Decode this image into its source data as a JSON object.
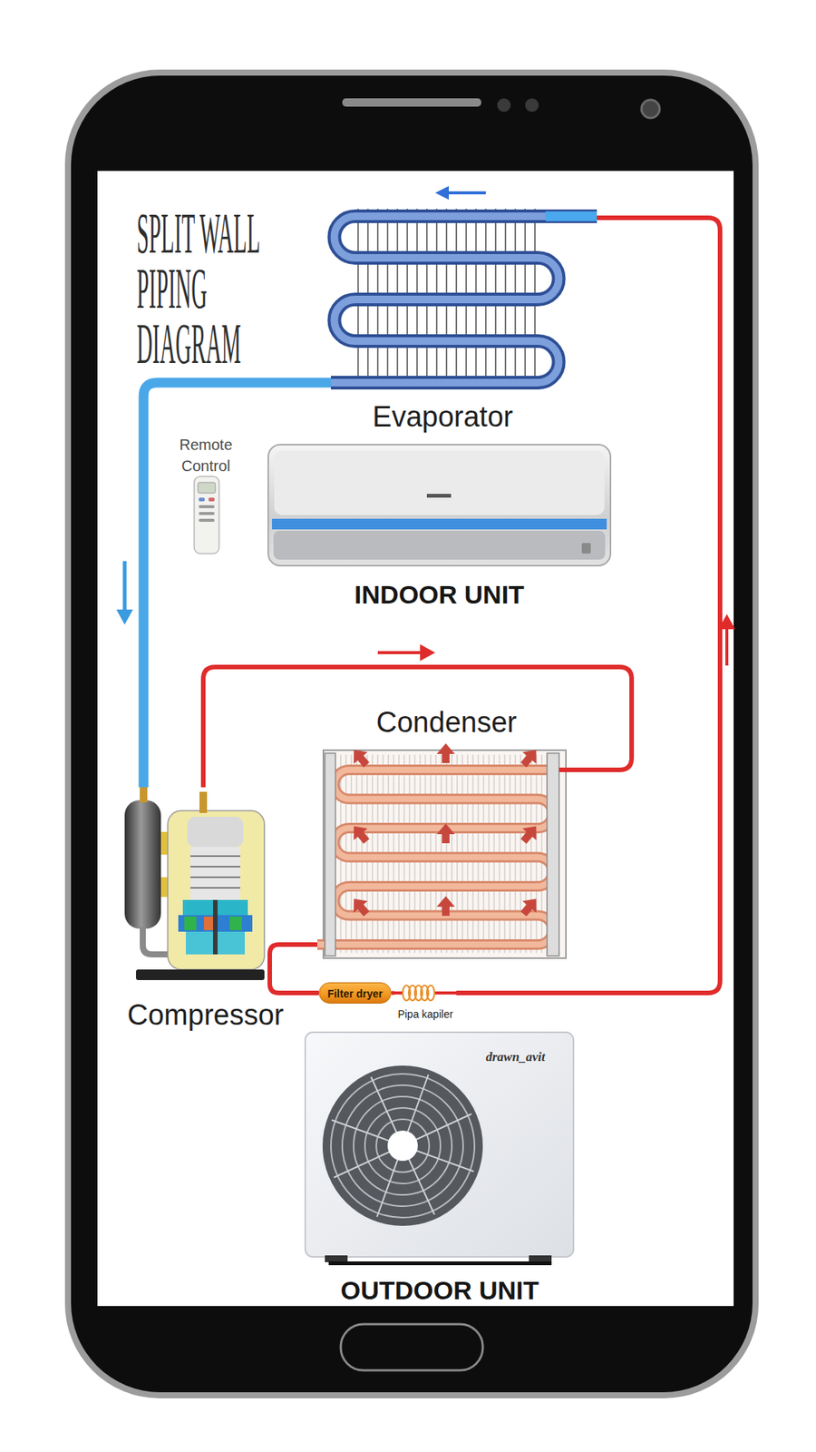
{
  "diagram": {
    "title": "SPLIT WALL PIPING DIAGRAM",
    "nodes": [
      {
        "text": [
          "Evaporator"
        ]
      },
      {
        "text": [
          "Remote Control"
        ]
      },
      {
        "text": [
          "INDOOR UNIT"
        ]
      },
      {
        "text": [
          "Condenser"
        ]
      },
      {
        "text": [
          "Compressor"
        ]
      },
      {
        "text": [
          "Filter dryer"
        ]
      },
      {
        "text": [
          "Pipa kapiler"
        ]
      },
      {
        "text": [
          "OUTDOOR UNIT"
        ]
      }
    ],
    "edges": [
      {
        "from": 0,
        "to": 4,
        "arrow": "to"
      },
      {
        "from": 4,
        "to": 3,
        "arrow": "to"
      },
      {
        "from": 3,
        "to": 5,
        "arrow": "none"
      },
      {
        "from": 5,
        "to": 6,
        "arrow": "none"
      },
      {
        "from": 6,
        "to": 0,
        "arrow": "to"
      }
    ],
    "labels": [
      "drawn_avit"
    ]
  }
}
